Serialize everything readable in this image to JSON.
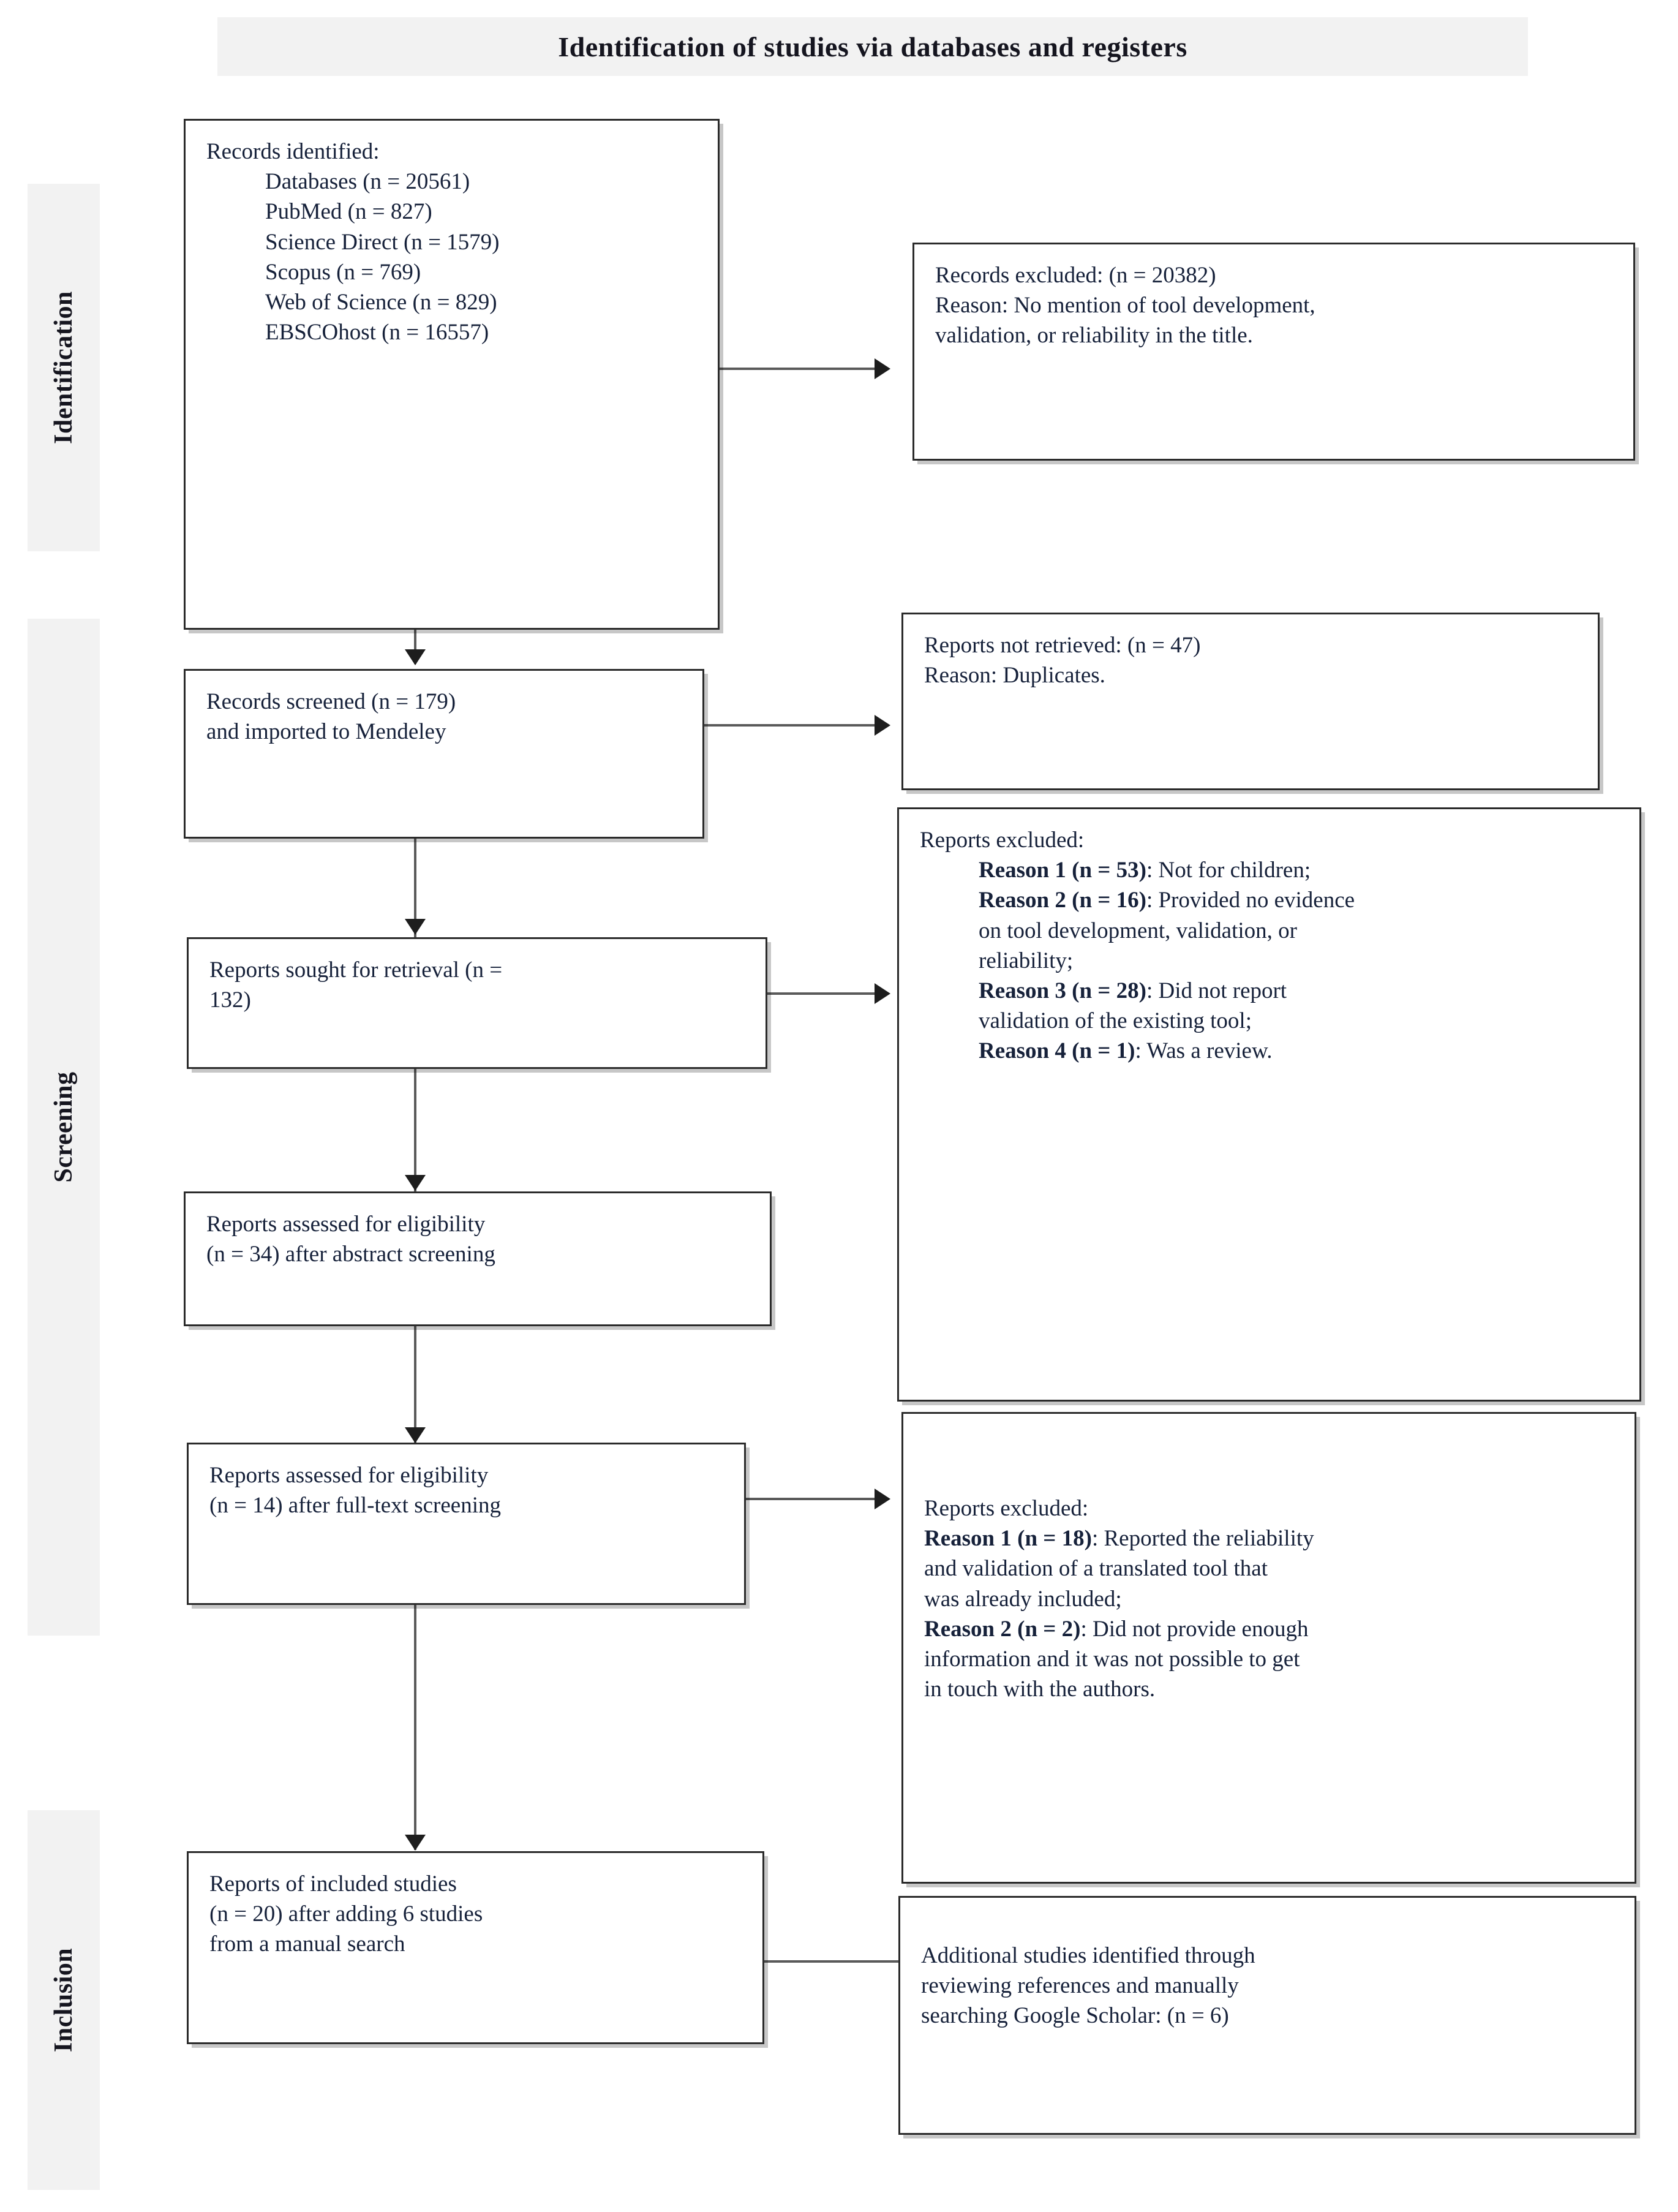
{
  "title": "Identification of studies via databases and registers",
  "stages": [
    {
      "id": "identification",
      "label": "Identification"
    },
    {
      "id": "screening",
      "label": "Screening"
    },
    {
      "id": "inclusion",
      "label": "Inclusion"
    }
  ],
  "boxes": {
    "records_identified": {
      "name": "records-identified",
      "lines": [
        {
          "text": "Records identified:",
          "indent": false,
          "bold": false
        },
        {
          "text": "Databases (n = 20561)",
          "indent": true,
          "bold": false
        },
        {
          "text": "PubMed (n = 827)",
          "indent": true,
          "bold": false
        },
        {
          "text": "Science Direct (n = 1579)",
          "indent": true,
          "bold": false
        },
        {
          "text": "Scopus (n = 769)",
          "indent": true,
          "bold": false
        },
        {
          "text": "Web of Science (n = 829)",
          "indent": true,
          "bold": false
        },
        {
          "text": "EBSCOhost (n = 16557)",
          "indent": true,
          "bold": false
        }
      ]
    },
    "records_excluded": {
      "name": "records-excluded",
      "lines": [
        {
          "text": "Records excluded: (n = 20382)",
          "indent": false,
          "bold": false
        },
        {
          "text": "Reason: No mention of tool development,",
          "indent": false,
          "bold": false
        },
        {
          "text": "validation, or reliability in the title.",
          "indent": false,
          "bold": false
        }
      ]
    },
    "records_screened": {
      "name": "records-screened",
      "lines": [
        {
          "text": "Records screened (n = 179)",
          "indent": false,
          "bold": false
        },
        {
          "text": "and imported to Mendeley",
          "indent": false,
          "bold": false
        }
      ]
    },
    "reports_not_retrieved": {
      "name": "reports-not-retrieved",
      "lines": [
        {
          "text": "Reports not retrieved: (n = 47)",
          "indent": false,
          "bold": false
        },
        {
          "text": "Reason: Duplicates.",
          "indent": false,
          "bold": false
        }
      ]
    },
    "reports_sought": {
      "name": "reports-sought-for-retrieval",
      "lines": [
        {
          "text": "Reports sought for retrieval (n =",
          "indent": false,
          "bold": false
        },
        {
          "text": "132)",
          "indent": false,
          "bold": false
        }
      ]
    },
    "reports_excluded_screening": {
      "name": "reports-excluded-screening",
      "lines": [
        {
          "text": "Reports excluded:",
          "indent": false,
          "bold": false
        },
        {
          "text": "Reason 1 (n = 53)",
          "suffix": ": Not for children;",
          "indent": true,
          "bold": true
        },
        {
          "text": "Reason 2 (n = 16)",
          "suffix": ": Provided no evidence",
          "indent": true,
          "bold": true
        },
        {
          "text": "on tool development, validation, or",
          "indent": true,
          "bold": false
        },
        {
          "text": "reliability;",
          "indent": true,
          "bold": false
        },
        {
          "text": "Reason 3 (n = 28)",
          "suffix": ": Did not report",
          "indent": true,
          "bold": true
        },
        {
          "text": "validation of the existing tool;",
          "indent": true,
          "bold": false
        },
        {
          "text": "Reason 4 (n = 1)",
          "suffix": ": Was a review.",
          "indent": true,
          "bold": true
        }
      ]
    },
    "reports_assessed_abstract": {
      "name": "reports-assessed-abstract",
      "lines": [
        {
          "text": "Reports assessed for eligibility",
          "indent": false,
          "bold": false
        },
        {
          "text": "(n = 34) after abstract screening",
          "indent": false,
          "bold": false
        }
      ]
    },
    "reports_assessed_fulltext": {
      "name": "reports-assessed-fulltext",
      "lines": [
        {
          "text": "Reports assessed for eligibility",
          "indent": false,
          "bold": false
        },
        {
          "text": "(n = 14) after full-text screening",
          "indent": false,
          "bold": false
        }
      ]
    },
    "reports_excluded_fulltext": {
      "name": "reports-excluded-fulltext",
      "lines": [
        {
          "text": "Reports excluded:",
          "indent": false,
          "bold": false
        },
        {
          "text": "Reason 1 (n = 18)",
          "suffix": ": Reported the reliability",
          "indent": false,
          "bold": true
        },
        {
          "text": "and validation of a translated tool that",
          "indent": false,
          "bold": false
        },
        {
          "text": "was already included;",
          "indent": false,
          "bold": false
        },
        {
          "text": "Reason 2 (n = 2)",
          "suffix": ": Did not provide enough",
          "indent": false,
          "bold": true
        },
        {
          "text": "information and it was not possible to get",
          "indent": false,
          "bold": false
        },
        {
          "text": "in touch with the authors.",
          "indent": false,
          "bold": false
        }
      ]
    },
    "reports_included": {
      "name": "reports-of-included-studies",
      "lines": [
        {
          "text": "Reports of included studies",
          "indent": false,
          "bold": false
        },
        {
          "text": "(n = 20) after adding 6 studies",
          "indent": false,
          "bold": false
        },
        {
          "text": "from a manual search",
          "indent": false,
          "bold": false
        }
      ]
    },
    "additional_studies": {
      "name": "additional-studies-identified",
      "lines": [
        {
          "text": "Additional studies identified through",
          "indent": false,
          "bold": false
        },
        {
          "text": "reviewing references and manually",
          "indent": false,
          "bold": false
        },
        {
          "text": "searching Google Scholar: (n = 6)",
          "indent": false,
          "bold": false
        }
      ]
    }
  },
  "colors": {
    "band_background": "#f2f2f2",
    "box_border": "#2b2b2b",
    "text": "#16213a",
    "connector": "#5a5a5a",
    "arrow": "#1d1d1d"
  }
}
